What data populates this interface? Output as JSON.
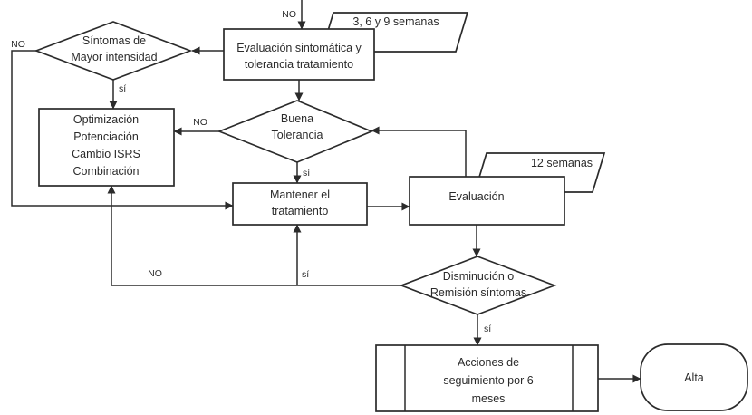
{
  "colors": {
    "background": "#ffffff",
    "stroke": "#2b2b2b",
    "node_fill": "#ffffff",
    "text": "#2b2b2b"
  },
  "nodes": {
    "semanas_3_6_9": {
      "type": "data",
      "text": "3, 6 y 9 semanas"
    },
    "evaluacion_sintomatica": {
      "type": "process",
      "line1": "Evaluación sintomática y",
      "line2": "tolerancia tratamiento"
    },
    "sintomas_intensidad": {
      "type": "decision",
      "line1": "Síntomas de",
      "line2": "Mayor intensidad"
    },
    "optimizacion": {
      "type": "process",
      "line1": "Optimización",
      "line2": "Potenciación",
      "line3": "Cambio ISRS",
      "line4": "Combinación"
    },
    "buena_tolerancia": {
      "type": "decision",
      "line1": "Buena",
      "line2": "Tolerancia"
    },
    "mantener_tratamiento": {
      "type": "process",
      "line1": "Mantener el",
      "line2": "tratamiento"
    },
    "semanas_12": {
      "type": "data",
      "text": "12 semanas"
    },
    "evaluacion": {
      "type": "process",
      "text": "Evaluación"
    },
    "disminucion_remision": {
      "type": "decision",
      "line1": "Disminución o",
      "line2": "Remisión síntomas"
    },
    "acciones_seguimiento": {
      "type": "predefined_process",
      "line1": "Acciones de",
      "line2": "seguimiento por 6",
      "line3": "meses"
    },
    "alta": {
      "type": "terminator",
      "text": "Alta"
    }
  },
  "edge_labels": {
    "entry_no": "NO",
    "sintomas_no": "NO",
    "sintomas_si": "sí",
    "tolerancia_no": "NO",
    "tolerancia_si": "sí",
    "branch_si": "sí",
    "remision_no": "NO",
    "remision_si": "sí"
  }
}
